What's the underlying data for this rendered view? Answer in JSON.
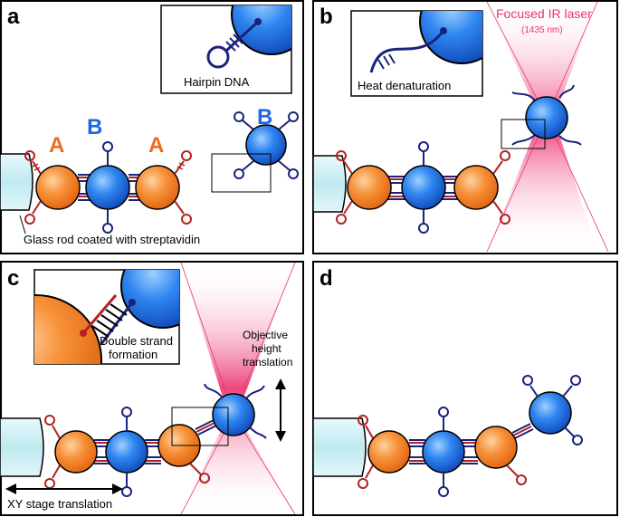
{
  "panels": {
    "a": {
      "label": "a",
      "inset_caption": "Hairpin DNA",
      "rod_caption": "Glass rod coated with streptavidin",
      "particle_labels": [
        "A",
        "B",
        "A"
      ],
      "free_particle_label": "B"
    },
    "b": {
      "label": "b",
      "inset_caption": "Heat denaturation",
      "laser_title": "Focused IR laser",
      "laser_wavelength": "(1435 nm)"
    },
    "c": {
      "label": "c",
      "inset_caption_line1": "Double strand",
      "inset_caption_line2": "formation",
      "objective_line1": "Objective",
      "objective_line2": "height",
      "objective_line3": "translation",
      "stage_caption": "XY stage translation"
    },
    "d": {
      "label": "d"
    }
  },
  "colors": {
    "particle_A": "#f57e20",
    "particle_B": "#1e6fe0",
    "label_A": "#f26b1d",
    "label_B": "#1f66e5",
    "dna_red": "#b22222",
    "dna_blue": "#1a237e",
    "laser_pink": "#e8336e",
    "rod": "#cdeff4"
  }
}
